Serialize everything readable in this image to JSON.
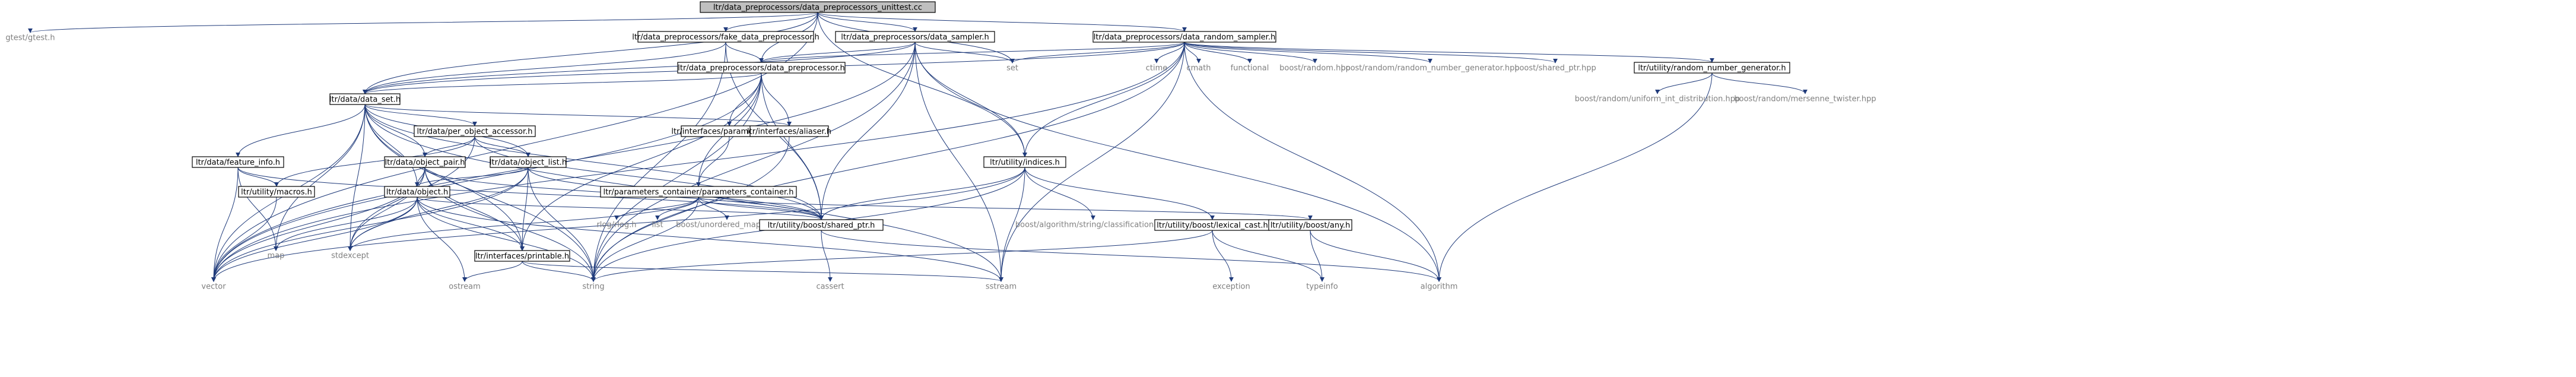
{
  "nodes": {
    "root": "ltr/data_preprocessors/data_preprocessors_unittest.cc",
    "gtest": "gtest/gtest.h",
    "fake_dp": "ltr/data_preprocessors/fake_data_preprocessor.h",
    "data_sampler": "ltr/data_preprocessors/data_sampler.h",
    "random_sampler": "ltr/data_preprocessors/data_random_sampler.h",
    "data_preprocessor": "ltr/data_preprocessors/data_preprocessor.h",
    "set": "set",
    "ctime": "ctime",
    "cmath": "cmath",
    "functional": "functional",
    "boost_random": "boost/random.hpp",
    "boost_rng": "boost/random/random_number_generator.hpp",
    "boost_shared_ptr": "boost/shared_ptr.hpp",
    "rng_h": "ltr/utility/random_number_generator.h",
    "uniform_int": "boost/random/uniform_int_distribution.hpp",
    "mersenne": "boost/random/mersenne_twister.hpp",
    "data_set": "ltr/data/data_set.h",
    "per_object_accessor": "ltr/data/per_object_accessor.h",
    "parameterized": "ltr/interfaces/parameterized.h",
    "aliaser": "ltr/interfaces/aliaser.h",
    "feature_info": "ltr/data/feature_info.h",
    "object_pair": "ltr/data/object_pair.h",
    "object_list": "ltr/data/object_list.h",
    "params_container": "ltr/parameters_container/parameters_container.h",
    "indices": "ltr/utility/indices.h",
    "macros": "ltr/utility/macros.h",
    "object": "ltr/data/object.h",
    "rlog": "rlog/rlog.h",
    "list": "list",
    "unordered_map": "boost/unordered_map.hpp",
    "ltr_shared_ptr": "ltr/utility/boost/shared_ptr.h",
    "boost_string_cls": "boost/algorithm/string/classification.hpp",
    "lexical_cast": "ltr/utility/boost/lexical_cast.h",
    "boost_any": "ltr/utility/boost/any.h",
    "map": "map",
    "stdexcept": "stdexcept",
    "printable": "ltr/interfaces/printable.h",
    "vector": "vector",
    "ostream": "ostream",
    "string": "string",
    "cassert": "cassert",
    "sstream": "sstream",
    "exception": "exception",
    "typeinfo": "typeinfo",
    "algorithm": "algorithm"
  }
}
